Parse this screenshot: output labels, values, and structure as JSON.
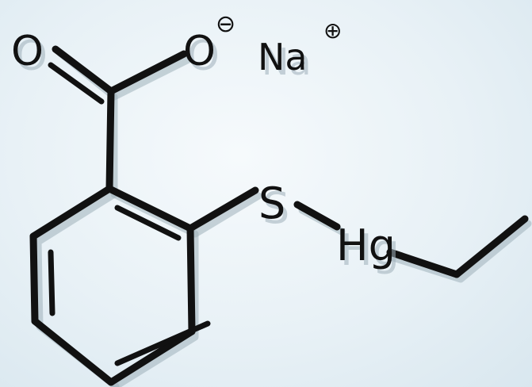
{
  "molecule": {
    "atoms": {
      "carbonyl_oxygen": "O",
      "carboxylate_oxygen": "O",
      "oxygen_charge": "⊖",
      "sodium": "Na",
      "sodium_charge": "⊕",
      "sulfur": "S",
      "mercury": "Hg"
    }
  },
  "colors": {
    "ink": "#111111",
    "shadow": "#9fb0ba",
    "background": "#e8f1f6"
  }
}
